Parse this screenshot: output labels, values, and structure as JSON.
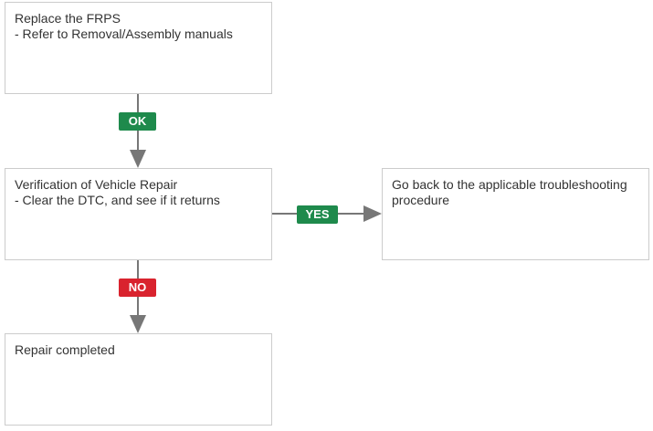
{
  "flow": {
    "step_replace": {
      "title": "Replace the FRPS",
      "detail": "- Refer to Removal/Assembly manuals"
    },
    "step_verify": {
      "title": "Verification of Vehicle Repair",
      "detail": "- Clear the DTC, and see if it returns"
    },
    "step_go_back": {
      "text": "Go back to the applicable troubleshooting procedure"
    },
    "step_completed": {
      "text": "Repair completed"
    }
  },
  "labels": {
    "ok": "OK",
    "yes": "YES",
    "no": "NO"
  },
  "colors": {
    "ok_badge": "#1e8a4c",
    "yes_badge": "#1e8a4c",
    "no_badge": "#d9232e",
    "connector": "#777777",
    "box_border": "#cccccc"
  }
}
